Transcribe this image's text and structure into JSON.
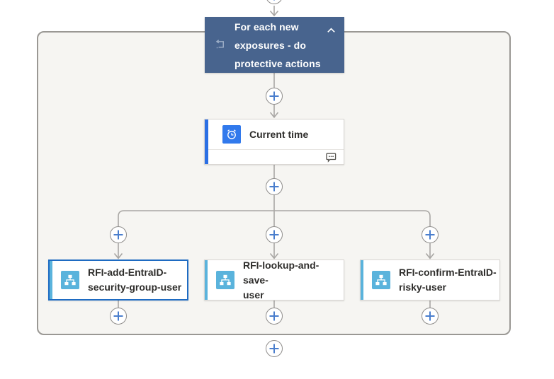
{
  "colors": {
    "scope_header_bg": "#48648e",
    "scope_container_bg": "#f6f5f2",
    "scope_border": "#9a9894",
    "connector_line": "#a9a7a4",
    "plus_glyph": "#4a7ecd",
    "selected_card_border": "#1e6bc2",
    "current_time_accent": "#2b6fe4",
    "current_time_icon_bg": "#3179ec",
    "workflow_accent": "#5ab3dc",
    "card_text": "#2e2d2b"
  },
  "flow": {
    "scope": {
      "label": "For each new exposures - do protective actions",
      "line1": "For each new",
      "line2": "exposures - do",
      "line3": "protective actions"
    },
    "current_time": {
      "label": "Current time"
    },
    "branches": [
      {
        "label": "RFI-add-EntraID-security-group-user",
        "line1": "RFI-add-EntraID-",
        "line2": "security-group-user",
        "selected": true
      },
      {
        "label": "RFI-lookup-and-save-user",
        "line1": "RFI-lookup-and-save-",
        "line2": "user",
        "selected": false
      },
      {
        "label": "RFI-confirm-EntraID-risky-user",
        "line1": "RFI-confirm-EntraID-",
        "line2": "risky-user",
        "selected": false
      }
    ],
    "icons": {
      "foreach": "loop-icon",
      "current_time": "alarm-clock-icon",
      "branch": "workflow-sitemap-icon",
      "comment": "comment-bubble-icon",
      "collapse": "chevron-up-icon",
      "insert": "plus-icon"
    }
  }
}
